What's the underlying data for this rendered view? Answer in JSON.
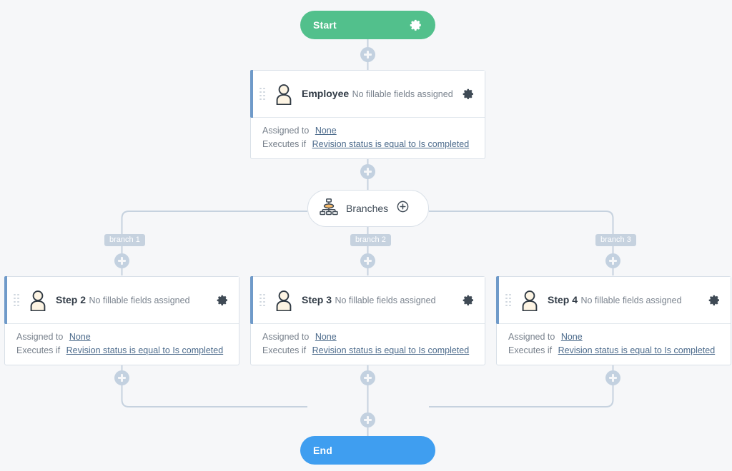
{
  "canvas": {
    "background": "#f6f7f9",
    "connector_color": "#c6d2df"
  },
  "start_node": {
    "label": "Start",
    "color": "#52c08c",
    "gear_icon": "gear-icon"
  },
  "end_node": {
    "label": "End",
    "color": "#3f9ef0"
  },
  "branches_node": {
    "label": "Branches",
    "icon": "hierarchy-icon",
    "add_icon": "circle-plus-icon"
  },
  "add_step_icon": "plus-circle-icon",
  "card_labels": {
    "assigned_to": "Assigned to",
    "executes_if": "Executes if"
  },
  "cards": [
    {
      "title": "Employee",
      "subtitle": "No fillable fields assigned",
      "assigned_to": "None",
      "executes_if": "Revision status is equal to Is completed",
      "accent": "#6f9ac9",
      "icon": "person-icon",
      "gear_icon": "gear-icon",
      "drag_icon": "drag-handle-icon"
    },
    {
      "title": "Step 2",
      "subtitle": "No fillable fields assigned",
      "assigned_to": "None",
      "executes_if": "Revision status is equal to Is completed",
      "accent": "#6f9ac9",
      "icon": "person-icon",
      "gear_icon": "gear-icon",
      "drag_icon": "drag-handle-icon"
    },
    {
      "title": "Step 3",
      "subtitle": "No fillable fields assigned",
      "assigned_to": "None",
      "executes_if": "Revision status is equal to Is completed",
      "accent": "#6f9ac9",
      "icon": "person-icon",
      "gear_icon": "gear-icon",
      "drag_icon": "drag-handle-icon"
    },
    {
      "title": "Step 4",
      "subtitle": "No fillable fields assigned",
      "assigned_to": "None",
      "executes_if": "Revision status is equal to Is completed",
      "accent": "#6f9ac9",
      "icon": "person-icon",
      "gear_icon": "gear-icon",
      "drag_icon": "drag-handle-icon"
    }
  ],
  "branch_tags": [
    {
      "label": "branch 1"
    },
    {
      "label": "branch 2"
    },
    {
      "label": "branch 3"
    }
  ]
}
